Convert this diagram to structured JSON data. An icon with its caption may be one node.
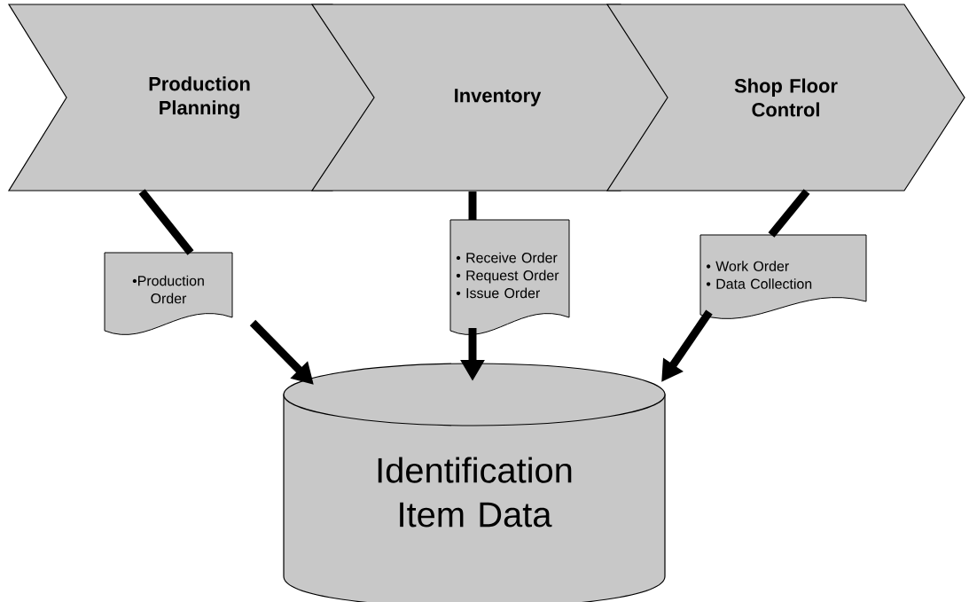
{
  "diagram": {
    "nodes": [
      {
        "text": [
          "Production Planning"
        ]
      },
      {
        "text": [
          "Inventory"
        ]
      },
      {
        "text": [
          "Shop Floor Control"
        ]
      },
      {
        "text": [
          "•Production Order"
        ]
      },
      {
        "text": [
          "• Receive Order",
          "• Request Order",
          "• Issue Order"
        ]
      },
      {
        "text": [
          "• Work Order",
          "• Data Collection"
        ]
      },
      {
        "text": [
          "Identification Item Data"
        ]
      }
    ],
    "edges": [
      {
        "from": 0,
        "to": 3,
        "arrow": "none"
      },
      {
        "from": 3,
        "to": 6,
        "arrow": "to"
      },
      {
        "from": 1,
        "to": 4,
        "arrow": "none"
      },
      {
        "from": 4,
        "to": 6,
        "arrow": "to"
      },
      {
        "from": 2,
        "to": 5,
        "arrow": "none"
      },
      {
        "from": 5,
        "to": 6,
        "arrow": "to"
      }
    ]
  }
}
